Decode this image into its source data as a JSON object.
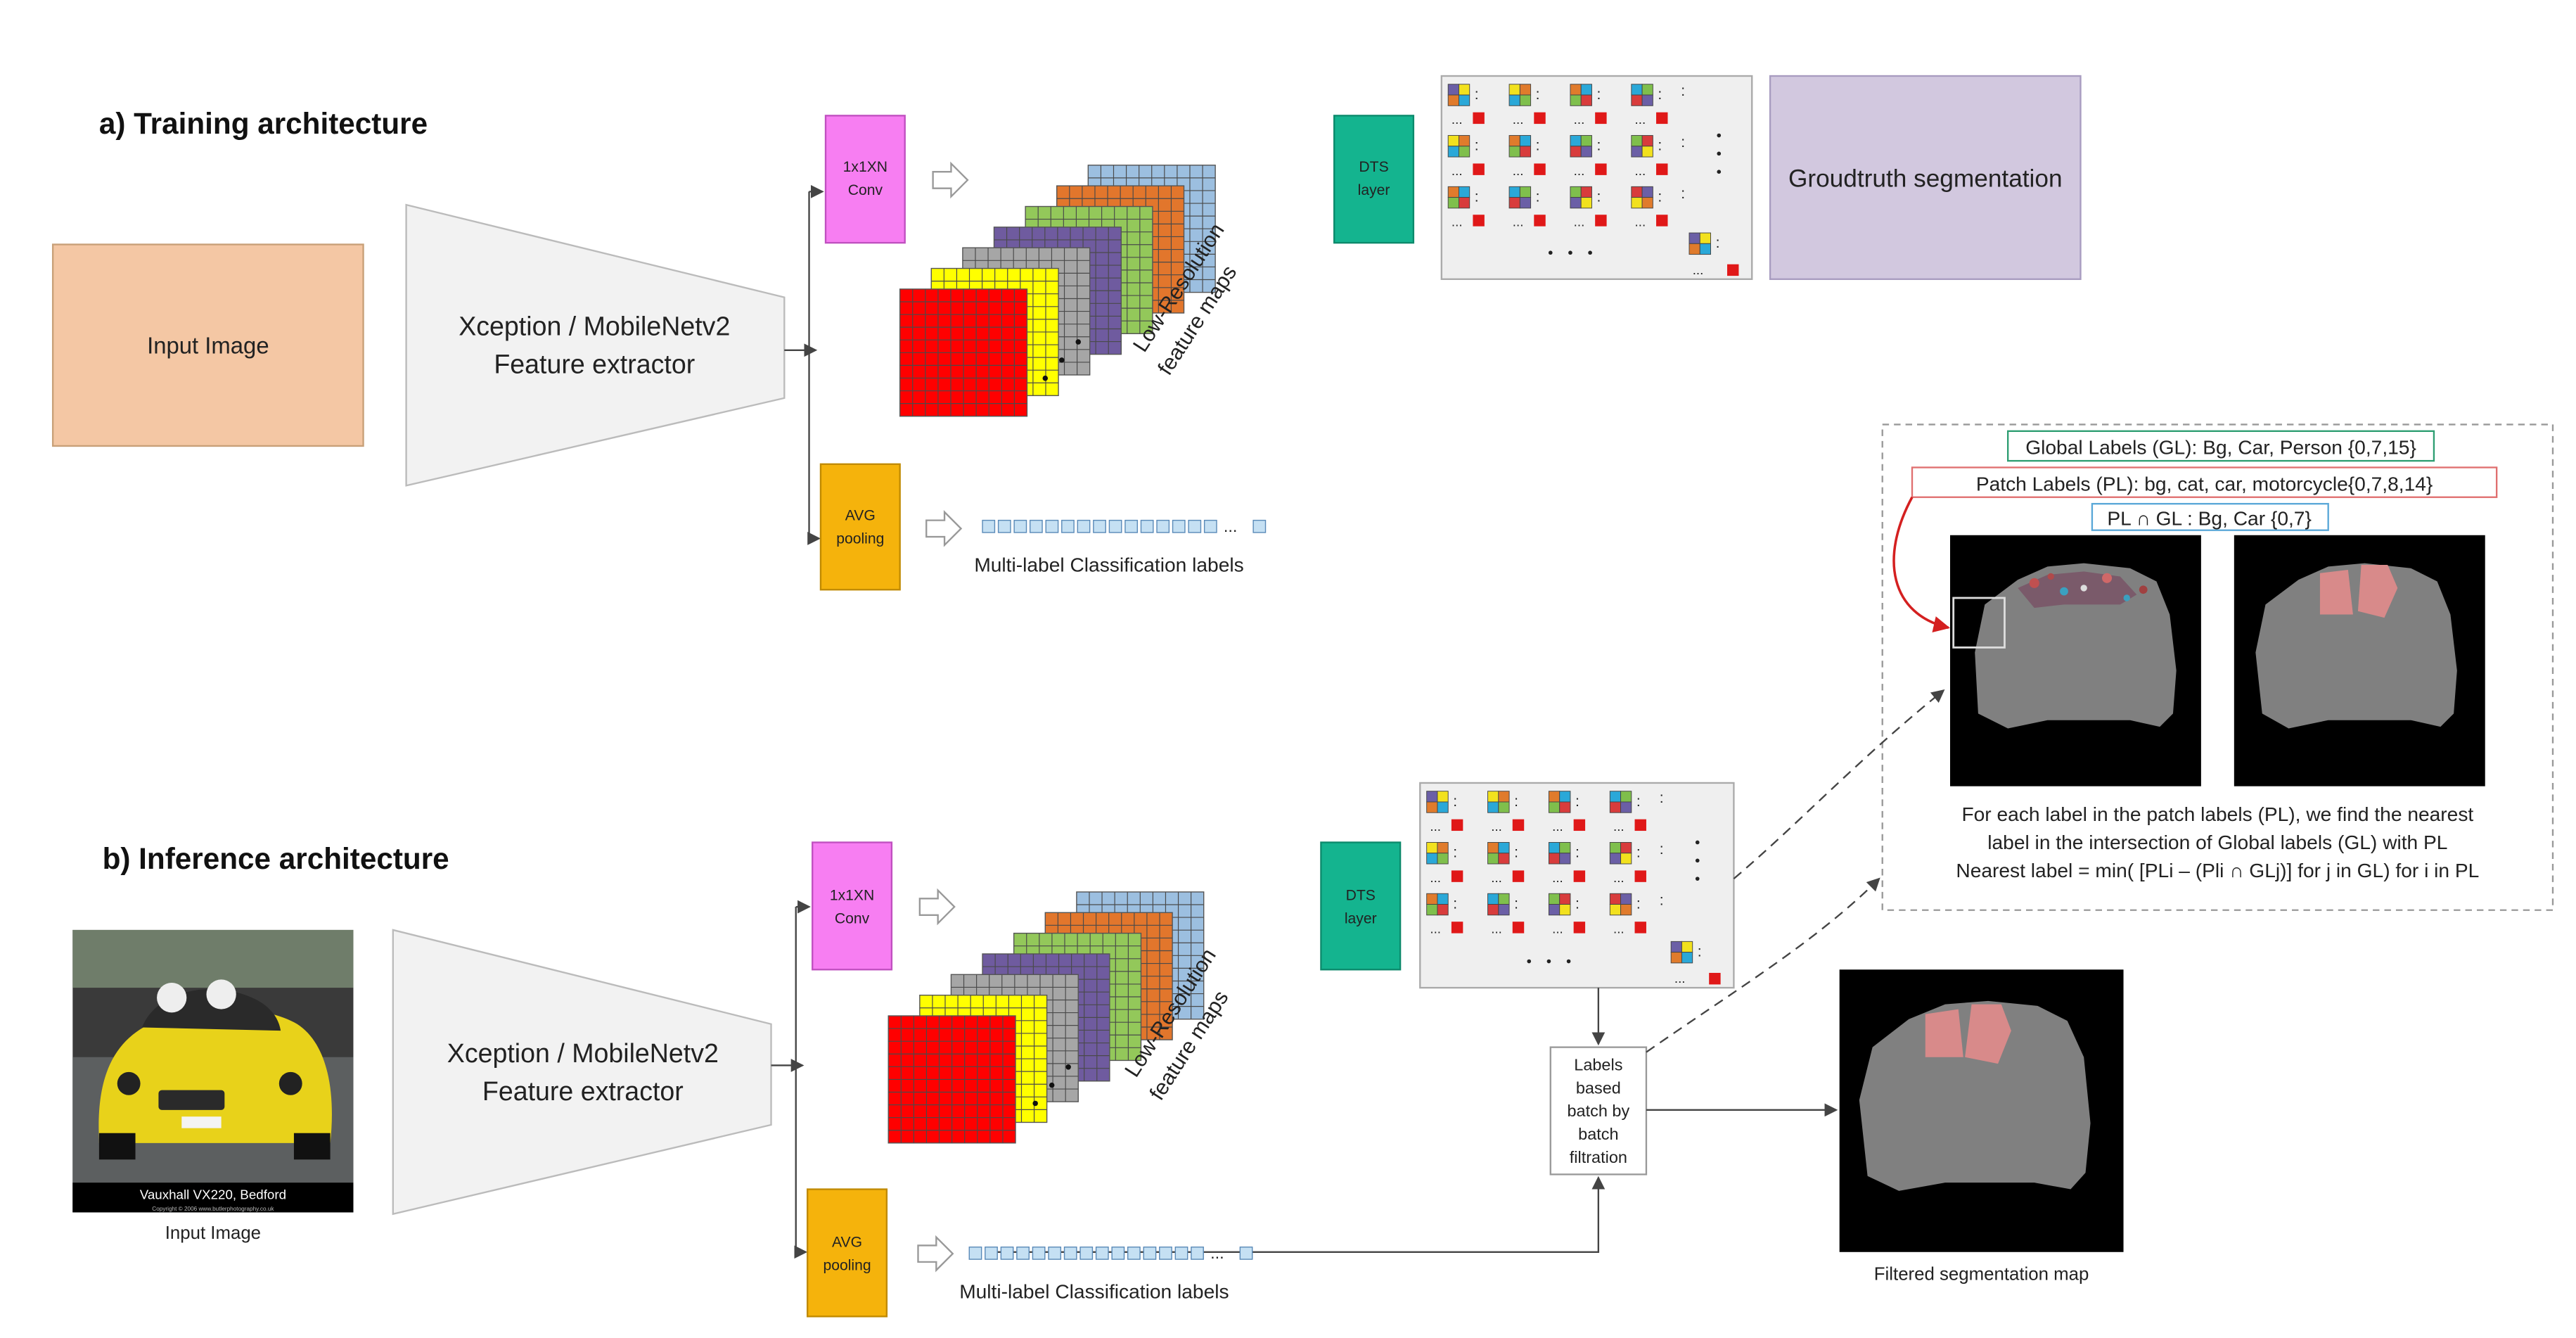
{
  "training": {
    "title": "a) Training architecture",
    "input_label": "Input Image",
    "extractor_line1": "Xception / MobileNetv2",
    "extractor_line2": "Feature extractor",
    "conv_line1": "1x1XN",
    "conv_line2": "Conv",
    "avg_line1": "AVG",
    "avg_line2": "pooling",
    "feature_maps_line1": "Low-Resolution",
    "feature_maps_line2": "feature maps",
    "dts_line1": "DTS",
    "dts_line2": "layer",
    "groundtruth": "Groudtruth segmentation",
    "multilabel": "Multi-label Classification labels"
  },
  "inference": {
    "title": "b) Inference architecture",
    "input_caption": "Input Image",
    "photo_caption": "Vauxhall VX220, Bedford",
    "photo_copyright": "Copyright © 2006 www.butlerphotography.co.uk",
    "extractor_line1": "Xception / MobileNetv2",
    "extractor_line2": "Feature extractor",
    "conv_line1": "1x1XN",
    "conv_line2": "Conv",
    "avg_line1": "AVG",
    "avg_line2": "pooling",
    "feature_maps_line1": "Low-Resolution",
    "feature_maps_line2": "feature maps",
    "dts_line1": "DTS",
    "dts_line2": "layer",
    "filter_lines": [
      "Labels",
      "based",
      "batch by",
      "batch",
      "filtration"
    ],
    "multilabel": "Multi-label Classification labels",
    "output_caption": "Filtered segmentation map"
  },
  "explanation": {
    "global_labels": "Global Labels (GL): Bg, Car, Person {0,7,15}",
    "patch_labels": "Patch Labels (PL): bg, cat, car, motorcycle{0,7,8,14}",
    "intersection": "PL ∩ GL : Bg, Car {0,7}",
    "text_line1": "For each label in the patch labels (PL), we find the nearest",
    "text_line2": "label in the intersection of Global labels (GL) with PL",
    "text_line3": "Nearest label = min( [PLi – (Pli ∩ GLj)]  for j in GL) for i in PL"
  },
  "colors": {
    "input_fill": "#f4c7a4",
    "conv_fill": "#f77ef2",
    "avg_fill": "#f5b30c",
    "dts_fill": "#14b48f",
    "groundtruth_fill": "#d2c8df",
    "feature_maps": [
      "#ff0000",
      "#ffff00",
      "#a6a6a6",
      "#6f5b9f",
      "#93c85a",
      "#e2762c",
      "#9cbfe0"
    ],
    "patch_red": "#e01818"
  }
}
